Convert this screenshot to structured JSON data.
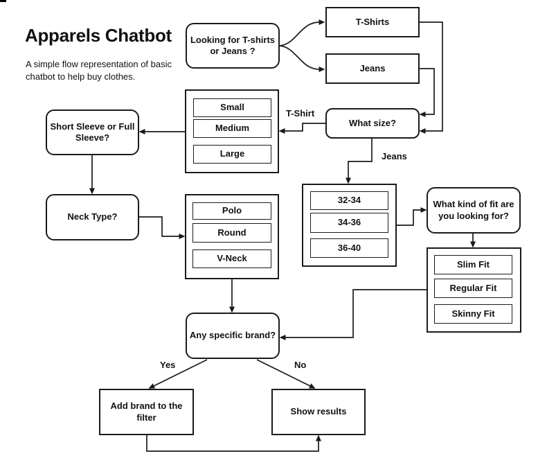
{
  "header": {
    "title": "Apparels Chatbot",
    "subtitle": "A simple flow representation of basic chatbot to help buy clothes."
  },
  "nodes": {
    "looking": "Looking for T-shirts or Jeans ?",
    "tshirts": "T-Shirts",
    "jeans": "Jeans",
    "what_size": "What size?",
    "short_sleeve": "Short Sleeve or Full Sleeve?",
    "neck_type": "Neck Type?",
    "fit_question": "What kind of fit are you looking for?",
    "any_brand": "Any specific brand?",
    "add_brand": "Add brand to the filter",
    "show_results": "Show results"
  },
  "options": {
    "tshirt_sizes": [
      "Small",
      "Medium",
      "Large"
    ],
    "neck_types": [
      "Polo",
      "Round",
      "V-Neck"
    ],
    "jeans_sizes": [
      "32-34",
      "34-36",
      "36-40"
    ],
    "fits": [
      "Slim Fit",
      "Regular Fit",
      "Skinny Fit"
    ]
  },
  "edge_labels": {
    "tshirt": "T-Shirt",
    "jeans": "Jeans",
    "yes": "Yes",
    "no": "No"
  },
  "colors": {
    "line": "#1a1a1a",
    "background": "#ffffff",
    "text": "#111111"
  }
}
